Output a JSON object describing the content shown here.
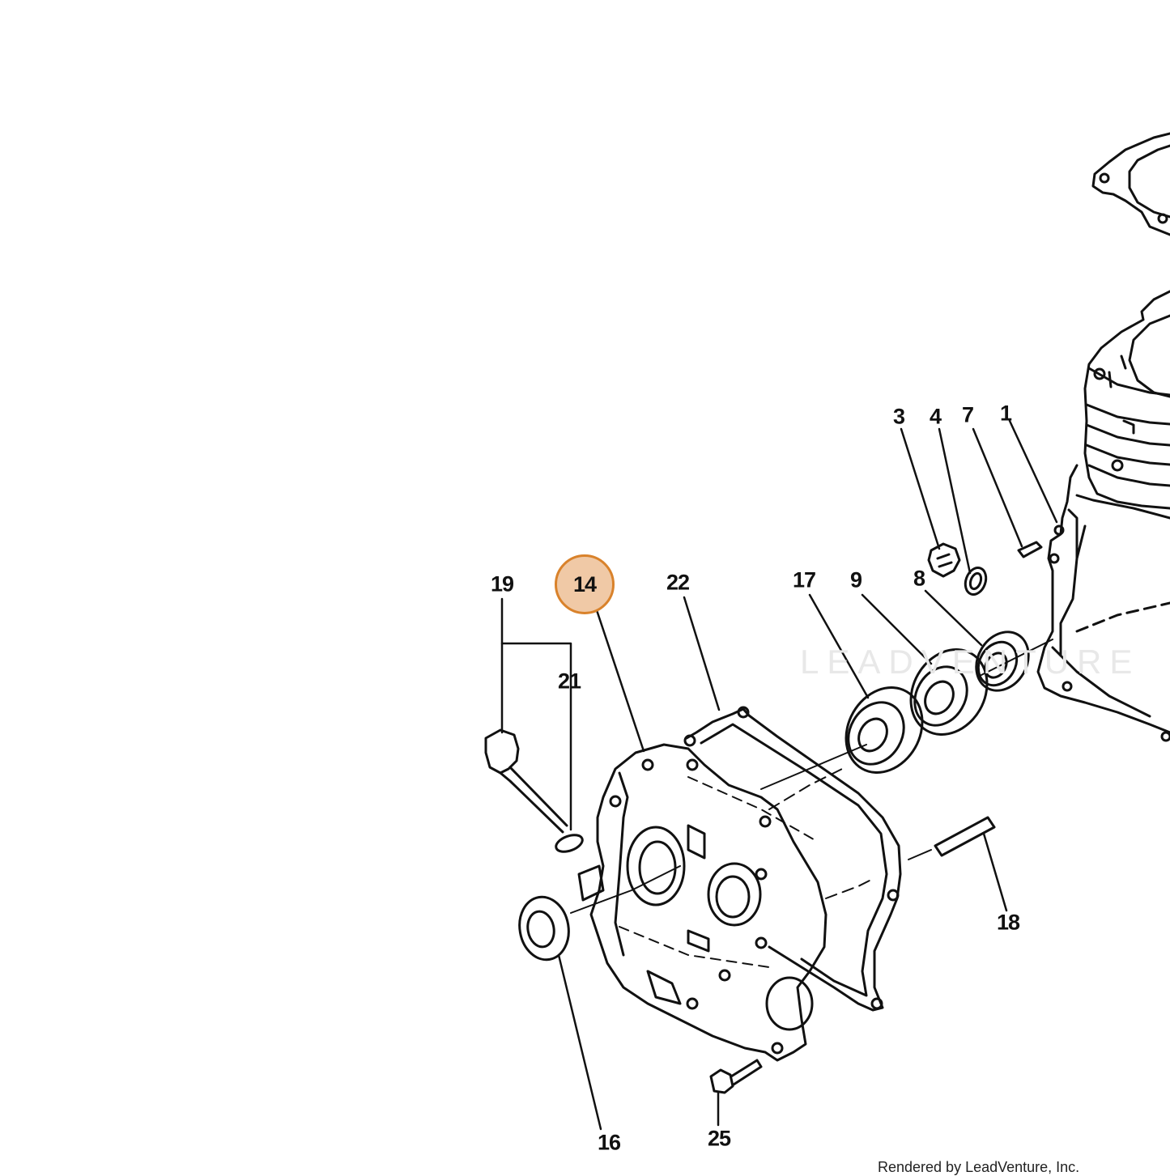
{
  "diagram": {
    "callouts": [
      {
        "id": "19",
        "label": "19"
      },
      {
        "id": "14",
        "label": "14",
        "highlighted": true
      },
      {
        "id": "22",
        "label": "22"
      },
      {
        "id": "17",
        "label": "17"
      },
      {
        "id": "9",
        "label": "9"
      },
      {
        "id": "8",
        "label": "8"
      },
      {
        "id": "3",
        "label": "3"
      },
      {
        "id": "4",
        "label": "4"
      },
      {
        "id": "7",
        "label": "7"
      },
      {
        "id": "1",
        "label": "1"
      },
      {
        "id": "21",
        "label": "21"
      },
      {
        "id": "18",
        "label": "18"
      },
      {
        "id": "16",
        "label": "16"
      },
      {
        "id": "25",
        "label": "25"
      }
    ],
    "watermark": "LEADVENTURE",
    "footer": "Rendered by LeadVenture, Inc.",
    "highlight_color": "#f0c9a6",
    "highlight_border": "#d9822b"
  }
}
